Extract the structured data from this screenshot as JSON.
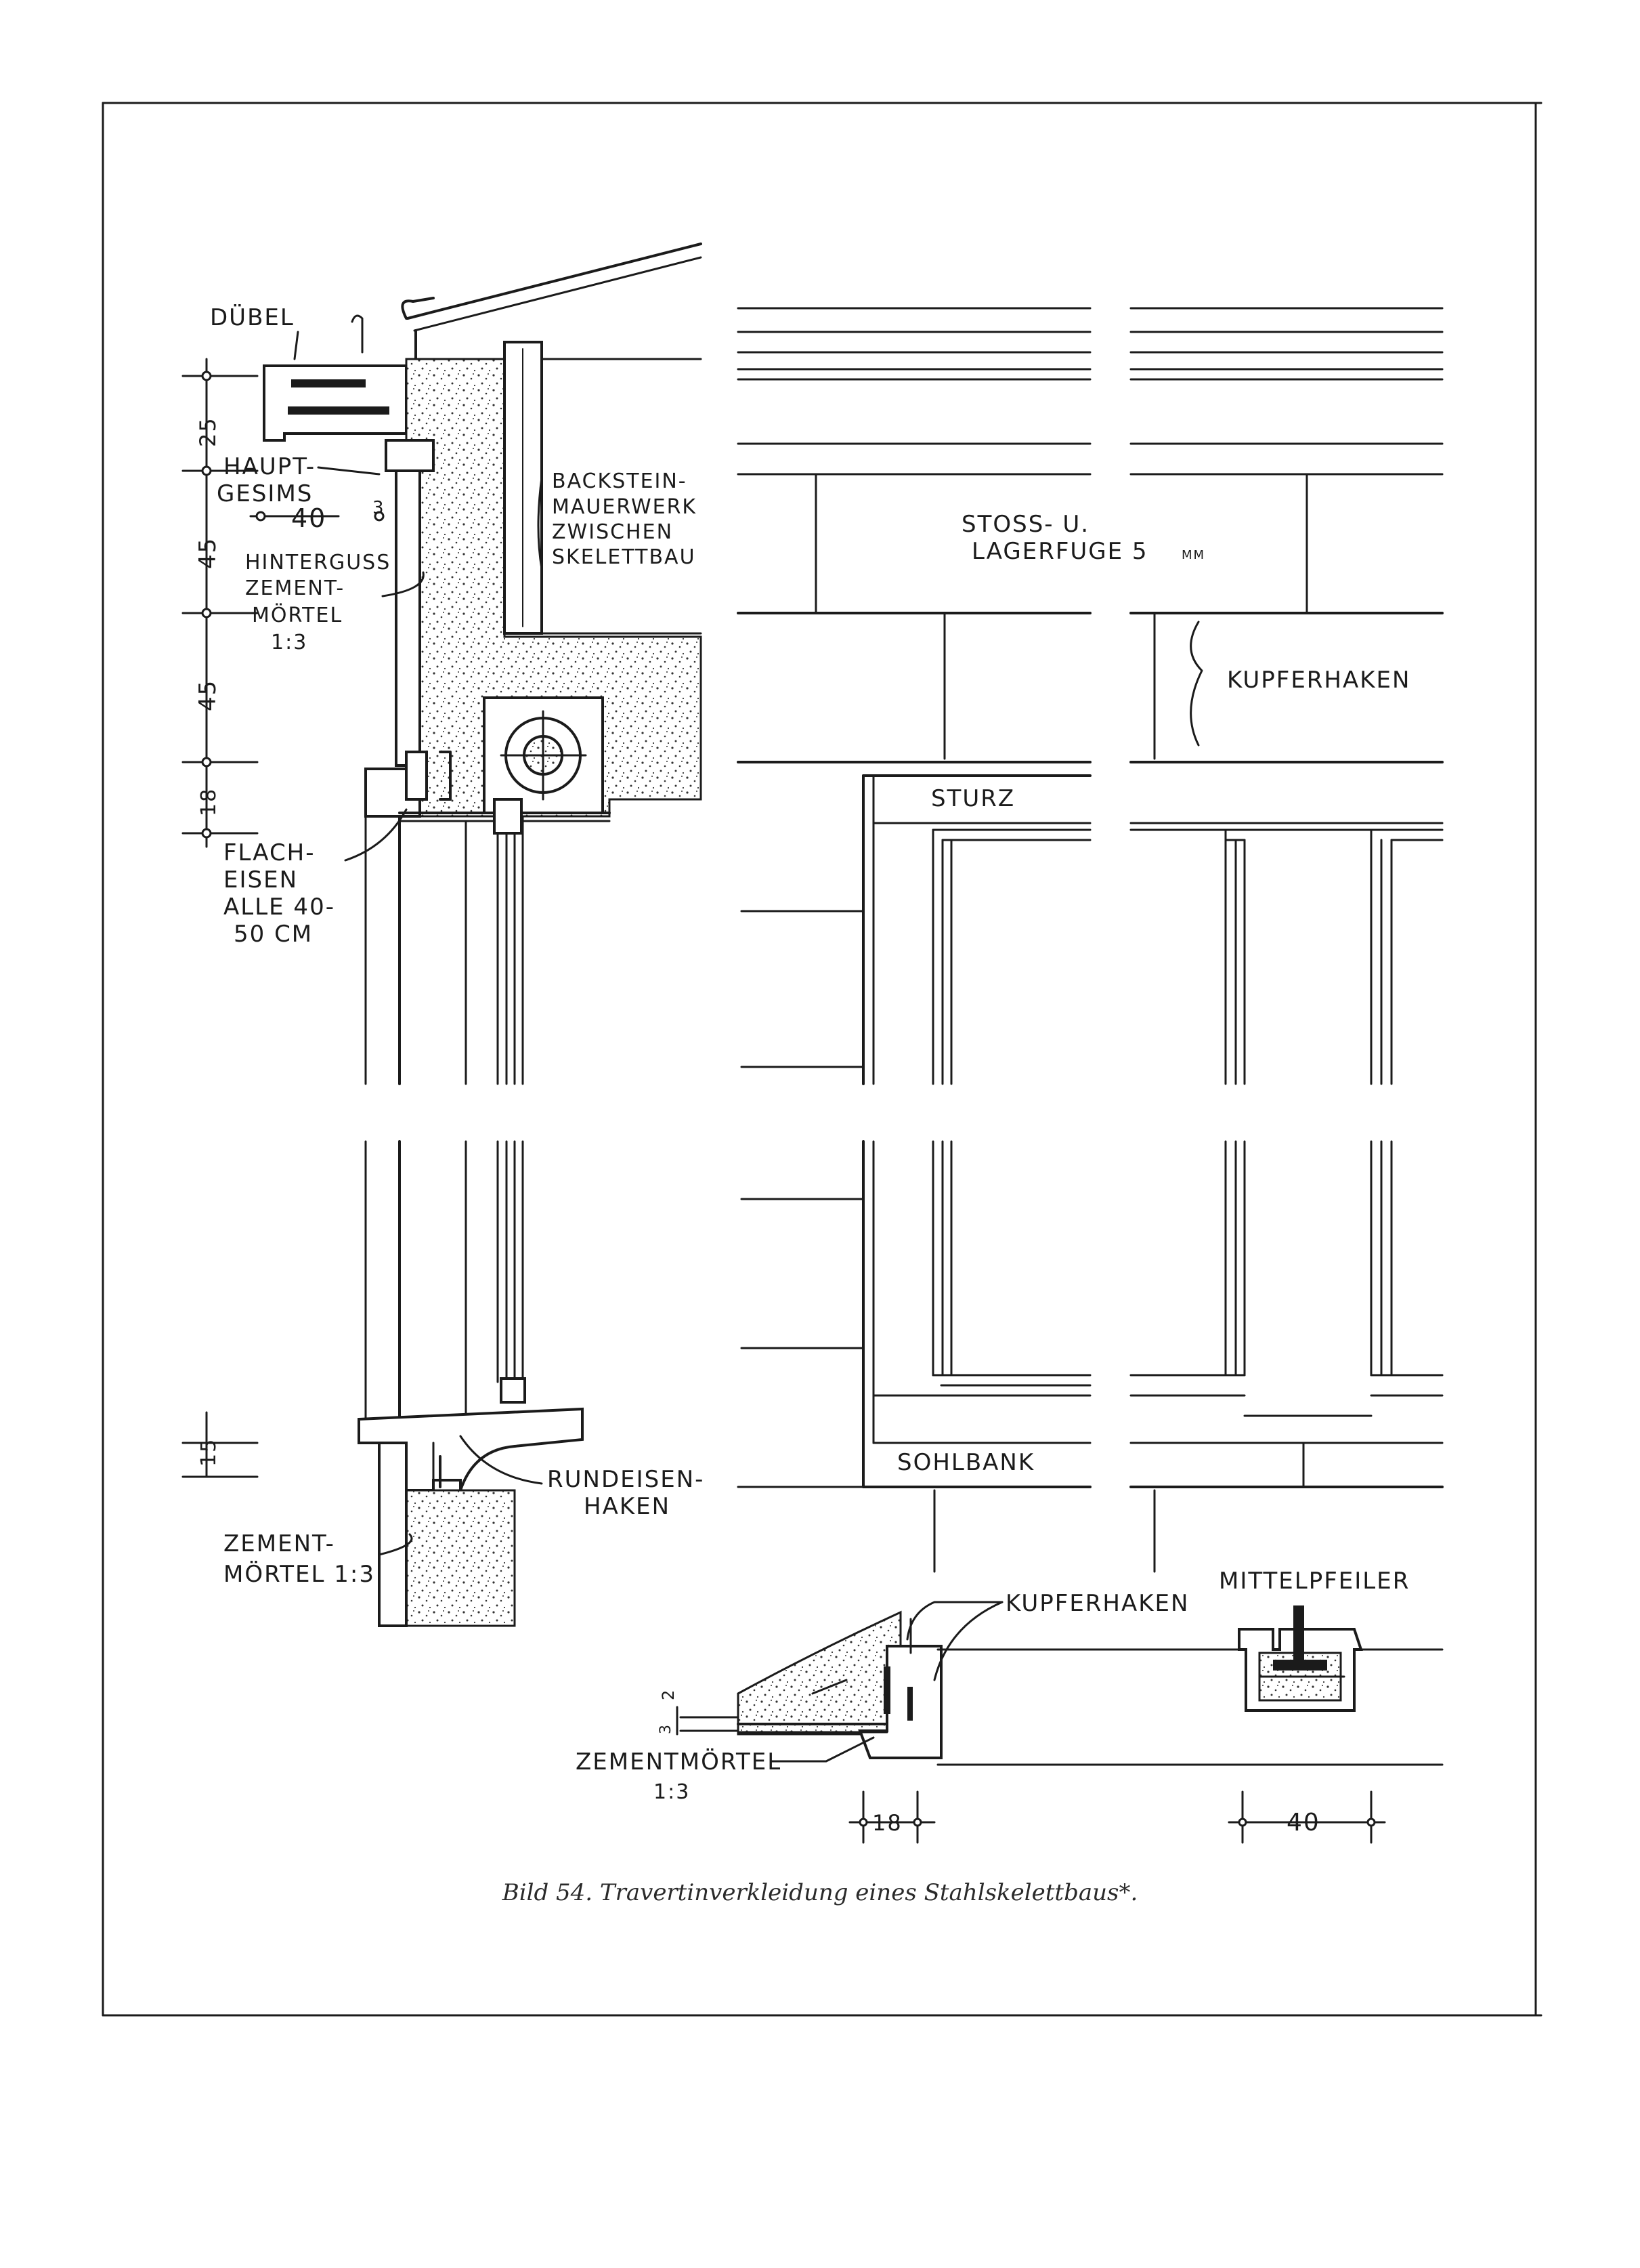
{
  "labels": {
    "duebel": "DÜBEL",
    "hauptgesims": [
      "HAUPT-",
      "GESIMS"
    ],
    "backstein": [
      "BACKSTEIN-",
      "MAUERWERK",
      "ZWISCHEN",
      "SKELETTBAU"
    ],
    "hinterguss": [
      "HINTERGUSS",
      "ZEMENT-",
      "MÖRTEL",
      "1:3"
    ],
    "flacheisen": [
      "FLACH-",
      "EISEN",
      "ALLE 40-",
      "50 CM"
    ],
    "stoss": [
      "STOSS- U.",
      "LAGERFUGE 5",
      "MM"
    ],
    "kupferhaken_top": "KUPFERHAKEN",
    "sturz": "STURZ",
    "sohlbank": "SOHLBANK",
    "rundeisen": [
      "RUNDEISEN-",
      "HAKEN"
    ],
    "zementmoertel_left": [
      "ZEMENT-",
      "MÖRTEL 1:3"
    ],
    "kupferhaken_bottom": "KUPFERHAKEN",
    "mittelpfeiler": "MITTELPFEILER",
    "zementmoertel_bottom": [
      "ZEMENTMÖRTEL",
      "1:3"
    ]
  },
  "dimensions": {
    "d25": "25",
    "d40": "40",
    "d3": "3",
    "d45a": "45",
    "d45b": "45",
    "d18": "18",
    "d15": "15",
    "d2": "2",
    "d3b": "3",
    "d18b": "18",
    "d40b": "40"
  },
  "caption": "Bild 54. Travertinverkleidung eines Stahlskelettbaus*."
}
